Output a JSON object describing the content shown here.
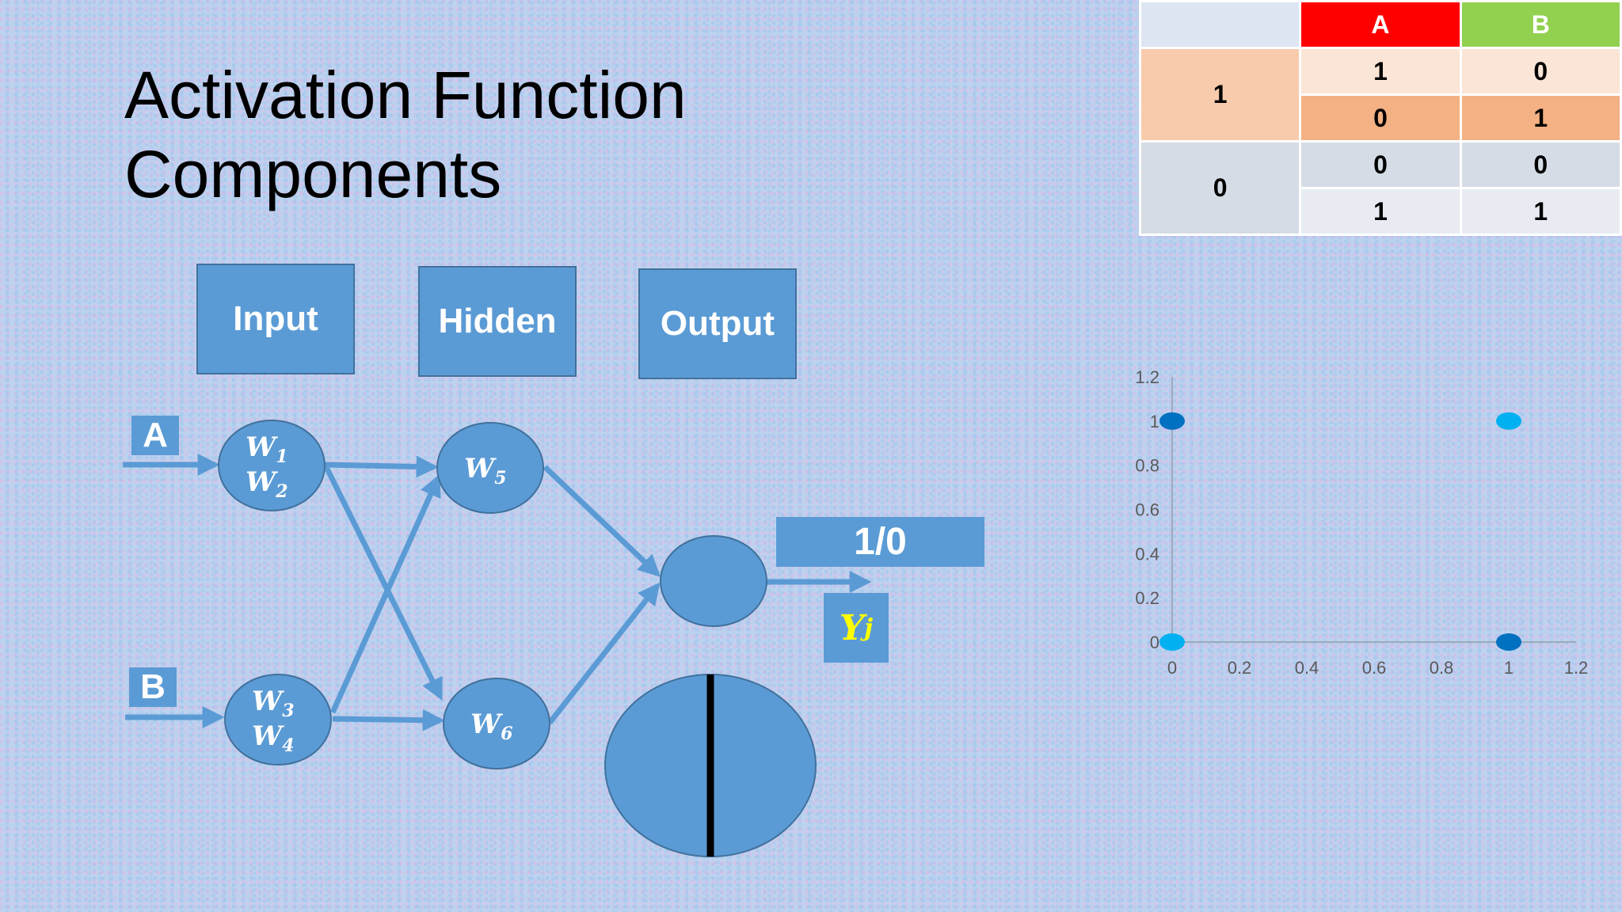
{
  "title": {
    "line1": "Activation Function",
    "line2": "Components"
  },
  "layers": {
    "input": "Input",
    "hidden": "Hidden",
    "output": "Output"
  },
  "inputs": {
    "a": "A",
    "b": "B"
  },
  "nodes": {
    "n1a": "W",
    "n1a_sub": "1",
    "n1b": "W",
    "n1b_sub": "2",
    "n2a": "W",
    "n2a_sub": "3",
    "n2b": "W",
    "n2b_sub": "4",
    "h1": "W",
    "h1_sub": "5",
    "h2": "W",
    "h2_sub": "6"
  },
  "output": {
    "value": "1/0",
    "symbol": "Y",
    "symbol_sub": "j"
  },
  "colors": {
    "node": "#5b9bd5",
    "node_border": "#41719c",
    "arrow": "#5b9bd5",
    "divider": "#000000"
  },
  "truth_table": {
    "headers": [
      "A",
      "B"
    ],
    "groups": [
      {
        "label": "1",
        "rows": [
          [
            "1",
            "0"
          ],
          [
            "0",
            "1"
          ]
        ]
      },
      {
        "label": "0",
        "rows": [
          [
            "0",
            "0"
          ],
          [
            "1",
            "1"
          ]
        ]
      }
    ]
  },
  "chart_data": {
    "type": "scatter",
    "xlim": [
      0,
      1.2
    ],
    "ylim": [
      0,
      1.2
    ],
    "xticks": [
      "0",
      "0.2",
      "0.4",
      "0.6",
      "0.8",
      "1",
      "1.2"
    ],
    "yticks": [
      "0",
      "0.2",
      "0.4",
      "0.6",
      "0.8",
      "1",
      "1.2"
    ],
    "grid": true,
    "points": [
      {
        "x": 0,
        "y": 1,
        "color": "#0070c0"
      },
      {
        "x": 1,
        "y": 1,
        "color": "#00b0f0"
      },
      {
        "x": 0,
        "y": 0,
        "color": "#00b0f0"
      },
      {
        "x": 1,
        "y": 0,
        "color": "#0070c0"
      }
    ]
  }
}
